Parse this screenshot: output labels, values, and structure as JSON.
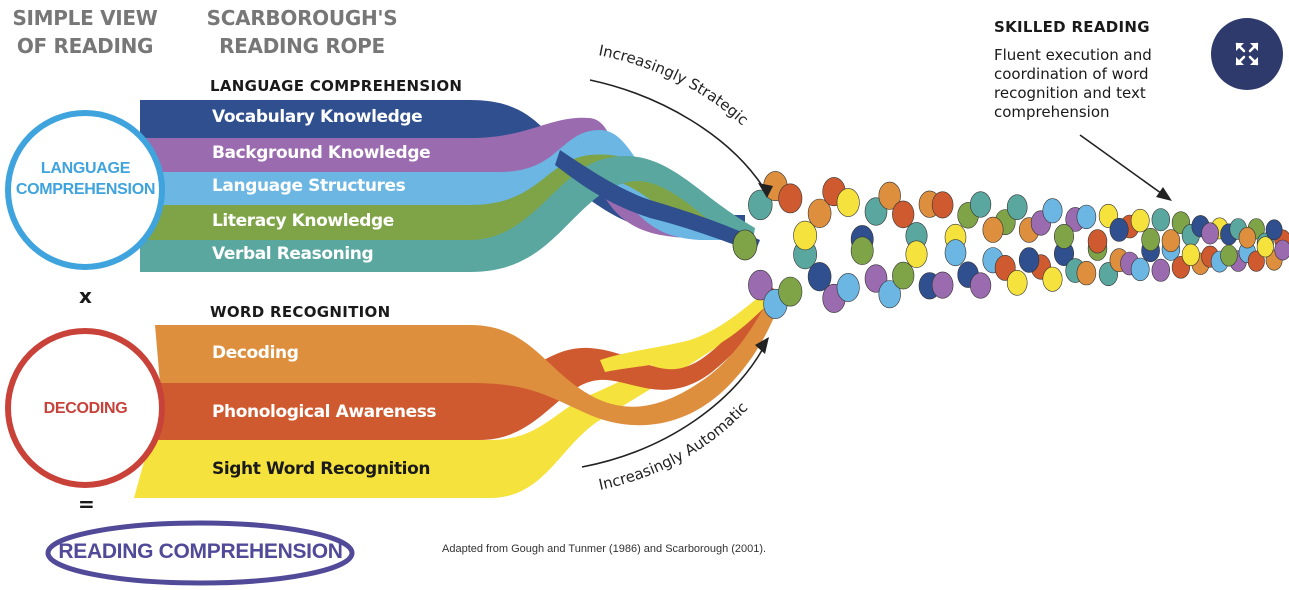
{
  "headers": {
    "simple_view": [
      "SIMPLE VIEW",
      "OF READING"
    ],
    "rope": [
      "SCARBOROUGH'S",
      "READING ROPE"
    ]
  },
  "sections": {
    "language": "LANGUAGE COMPREHENSION",
    "word": "WORD RECOGNITION"
  },
  "language_strands": [
    {
      "label": "Vocabulary Knowledge",
      "color": "#2f4f8f"
    },
    {
      "label": "Background Knowledge",
      "color": "#9b6bb0"
    },
    {
      "label": "Language Structures",
      "color": "#6bb6e3"
    },
    {
      "label": "Literacy Knowledge",
      "color": "#7fa447"
    },
    {
      "label": "Verbal Reasoning",
      "color": "#5aa7a0"
    }
  ],
  "word_strands": [
    {
      "label": "Decoding",
      "color": "#dd8f3d"
    },
    {
      "label": "Phonological Awareness",
      "color": "#d05a2f"
    },
    {
      "label": "Sight Word Recognition",
      "color": "#f6e23c"
    }
  ],
  "circles": {
    "language": {
      "label": [
        "LANGUAGE",
        "COMPREHENSION"
      ],
      "color": "#3fa3dd"
    },
    "decoding": {
      "label": "DECODING",
      "color": "#c9423a"
    },
    "reading": {
      "label": "READING COMPREHENSION",
      "color": "#514a98"
    }
  },
  "operators": {
    "times": "x",
    "equals": "="
  },
  "annotations": {
    "strategic": "Increasingly Strategic",
    "automatic": "Increasingly Automatic"
  },
  "skilled_reading": {
    "title": "SKILLED READING",
    "lines": [
      "Fluent execution and",
      "coordination of word",
      "recognition and text",
      "comprehension"
    ]
  },
  "credit": "Adapted from Gough and Tunmer (1986) and Scarborough (2001).",
  "expand_icon": "expand-arrows-icon"
}
